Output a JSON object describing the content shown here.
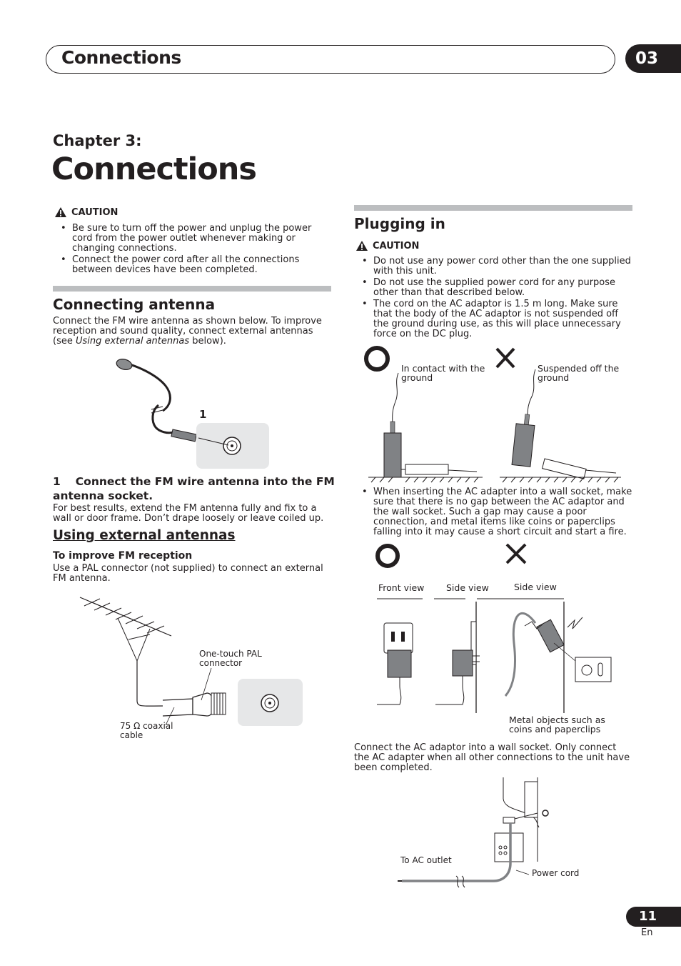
{
  "header": {
    "title": "Connections",
    "chapter_number": "03"
  },
  "chapter": {
    "label": "Chapter 3:",
    "title": "Connections"
  },
  "left": {
    "caution_label": "CAUTION",
    "caution_items": [
      "Be sure to turn off the power and unplug the power cord from the power outlet whenever making or changing connections.",
      "Connect the power cord after all the connections between devices have been completed."
    ],
    "antenna_heading": "Connecting antenna",
    "antenna_intro_1": "Connect the FM wire antenna as shown below. To improve reception and sound quality, connect external antennas (see ",
    "antenna_intro_em": "Using external antennas",
    "antenna_intro_2": " below).",
    "fig1_callout": "1",
    "step_number": "1",
    "step_text": "Connect the FM wire antenna into the FM antenna socket.",
    "step_body": "For best results, extend the FM antenna fully and fix to a wall or door frame. Don’t drape loosely or leave coiled up.",
    "external_heading": "Using external antennas",
    "fm_subheading": "To improve FM reception",
    "fm_body": "Use a PAL connector (not supplied) to connect an external FM antenna.",
    "pal_label": "One-touch PAL connector",
    "coax_label": "75 Ω coaxial cable"
  },
  "right": {
    "heading": "Plugging in",
    "caution_label": "CAUTION",
    "caution_items": [
      "Do not use any power cord other than the one supplied with this unit.",
      "Do not use the supplied power cord for any purpose other than that described below.",
      "The cord on the AC adaptor is 1.5 m long. Make sure that the body of the AC adaptor is not suspended off the ground during use, as this will place unnecessary force on the DC plug."
    ],
    "ground_ok_label": "In contact with the ground",
    "ground_ng_label": "Suspended off the ground",
    "wall_item": "When inserting the AC adapter into a wall socket, make sure that there is no gap between the AC adaptor and the wall socket. Such a gap may cause a poor connection, and metal items like coins or paperclips falling into it may cause a short circuit and start a fire.",
    "front_view_label": "Front view",
    "side_view_label": "Side view",
    "side_view_label_ng": "Side view",
    "metal_label": "Metal objects such as coins and paperclips",
    "connect_body": "Connect the AC adaptor into a wall socket. Only connect the AC adapter when all other connections to the unit have been completed.",
    "outlet_label": "To AC outlet",
    "cord_label": "Power cord"
  },
  "footer": {
    "page_number": "11",
    "language": "En"
  }
}
